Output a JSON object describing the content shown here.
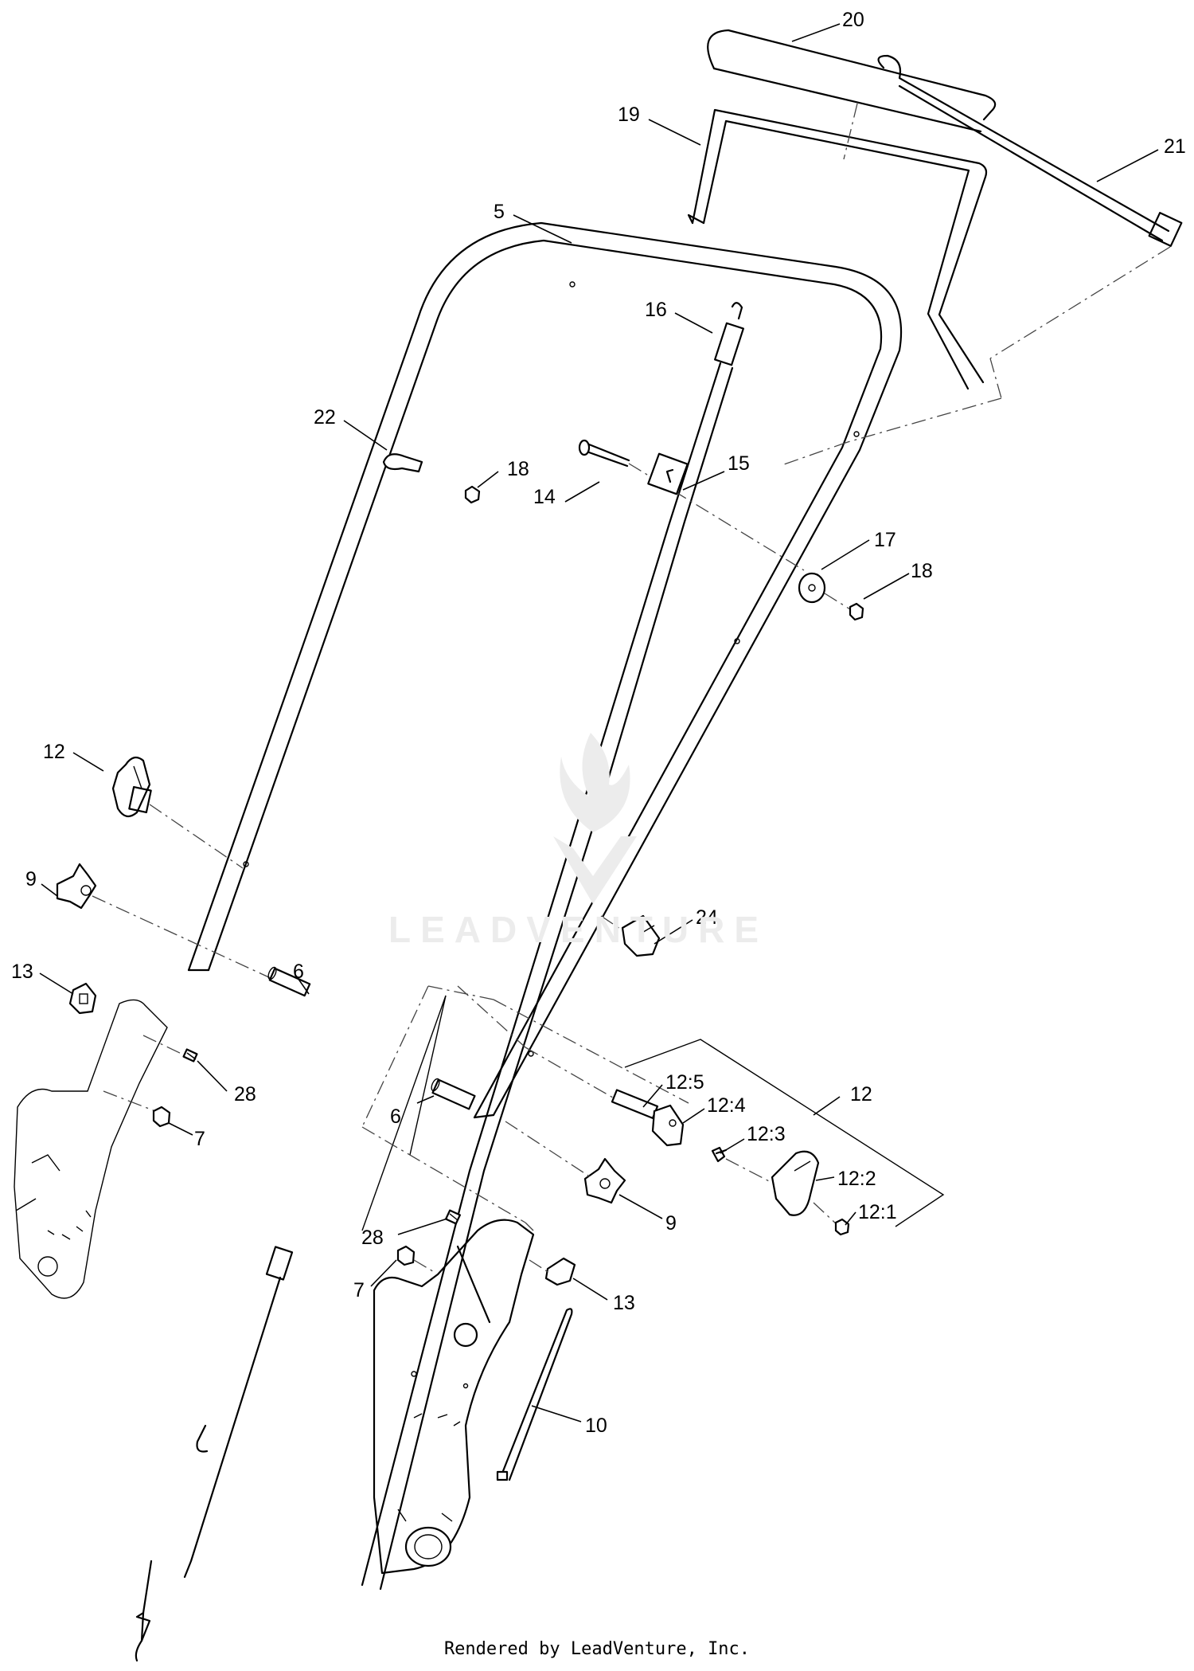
{
  "callouts": [
    {
      "id": "20",
      "label": "20"
    },
    {
      "id": "19",
      "label": "19"
    },
    {
      "id": "21",
      "label": "21"
    },
    {
      "id": "5",
      "label": "5"
    },
    {
      "id": "16",
      "label": "16"
    },
    {
      "id": "22",
      "label": "22"
    },
    {
      "id": "18a",
      "label": "18"
    },
    {
      "id": "14",
      "label": "14"
    },
    {
      "id": "15",
      "label": "15"
    },
    {
      "id": "17",
      "label": "17"
    },
    {
      "id": "18b",
      "label": "18"
    },
    {
      "id": "12a",
      "label": "12"
    },
    {
      "id": "9a",
      "label": "9"
    },
    {
      "id": "24",
      "label": "24"
    },
    {
      "id": "13a",
      "label": "13"
    },
    {
      "id": "6a",
      "label": "6"
    },
    {
      "id": "28a",
      "label": "28"
    },
    {
      "id": "7a",
      "label": "7"
    },
    {
      "id": "12-5",
      "label": "12:5"
    },
    {
      "id": "12b",
      "label": "12"
    },
    {
      "id": "6b",
      "label": "6"
    },
    {
      "id": "12-4",
      "label": "12:4"
    },
    {
      "id": "12-3",
      "label": "12:3"
    },
    {
      "id": "12-2",
      "label": "12:2"
    },
    {
      "id": "9b",
      "label": "9"
    },
    {
      "id": "12-1",
      "label": "12:1"
    },
    {
      "id": "28b",
      "label": "28"
    },
    {
      "id": "7b",
      "label": "7"
    },
    {
      "id": "13b",
      "label": "13"
    },
    {
      "id": "10",
      "label": "10"
    }
  ],
  "watermark": "LEADVENTURE",
  "footer": "Rendered by LeadVenture, Inc."
}
